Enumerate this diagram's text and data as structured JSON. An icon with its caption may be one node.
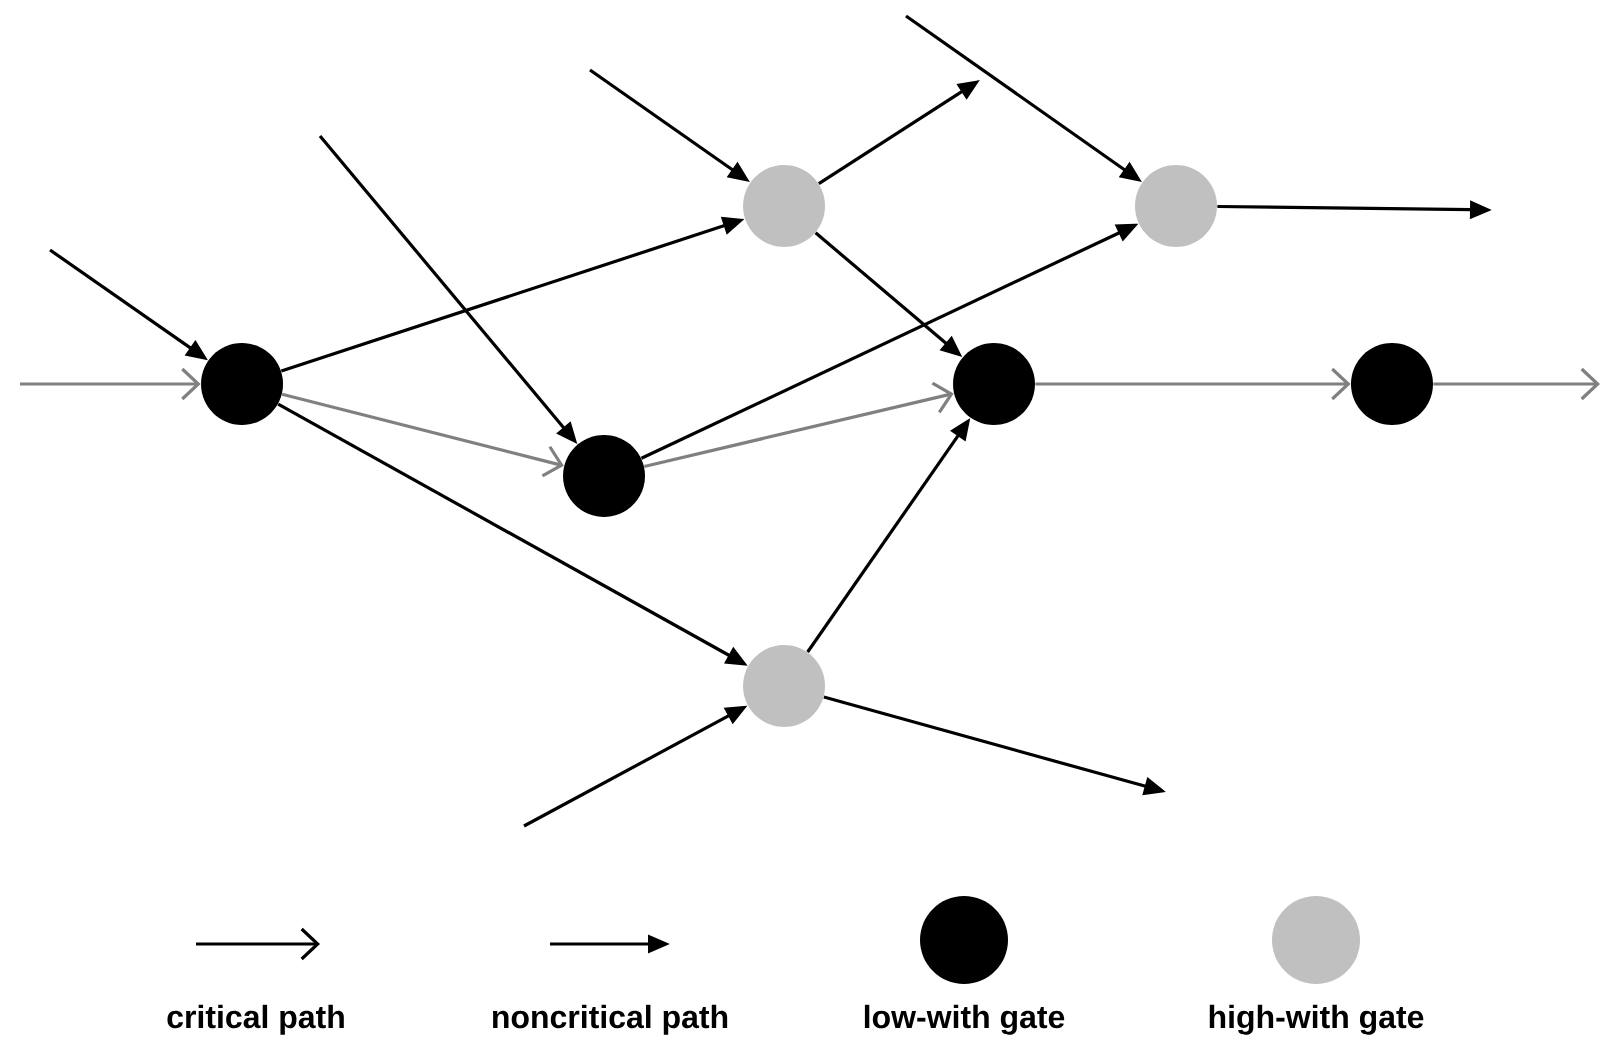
{
  "diagram": {
    "nodes": [
      {
        "text": [],
        "shape": "circle"
      },
      {
        "text": [],
        "shape": "circle"
      },
      {
        "text": [],
        "shape": "circle"
      },
      {
        "text": [],
        "shape": "circle"
      },
      {
        "text": [],
        "shape": "circle"
      },
      {
        "text": [],
        "shape": "circle"
      },
      {
        "text": [],
        "shape": "circle"
      }
    ],
    "edges": [
      {
        "from": null,
        "to": 0,
        "arrow": "to",
        "color": "#808080"
      },
      {
        "from": null,
        "to": 0,
        "arrow": "to"
      },
      {
        "from": 0,
        "to": 2,
        "arrow": "to"
      },
      {
        "from": 0,
        "to": 1,
        "arrow": "to",
        "color": "#808080"
      },
      {
        "from": 0,
        "to": 6,
        "arrow": "to"
      },
      {
        "from": null,
        "to": 1,
        "arrow": "to"
      },
      {
        "from": 1,
        "to": 3,
        "arrow": "to"
      },
      {
        "from": 1,
        "to": 4,
        "arrow": "to",
        "color": "#808080"
      },
      {
        "from": null,
        "to": 2,
        "arrow": "to"
      },
      {
        "from": 2,
        "to": null,
        "arrow": "to"
      },
      {
        "from": 2,
        "to": 4,
        "arrow": "to"
      },
      {
        "from": null,
        "to": 3,
        "arrow": "to"
      },
      {
        "from": 3,
        "to": null,
        "arrow": "to"
      },
      {
        "from": 4,
        "to": 5,
        "arrow": "to",
        "color": "#808080"
      },
      {
        "from": 5,
        "to": null,
        "arrow": "to",
        "color": "#808080"
      },
      {
        "from": 6,
        "to": 4,
        "arrow": "to"
      },
      {
        "from": null,
        "to": 6,
        "arrow": "to"
      },
      {
        "from": 6,
        "to": null,
        "arrow": "to"
      }
    ],
    "legend": [
      {
        "text": "critical path"
      },
      {
        "text": "noncritical path"
      },
      {
        "text": "low-with gate",
        "color": "#000000"
      },
      {
        "text": "high-with gate",
        "color": "#c0c0c0"
      }
    ]
  }
}
